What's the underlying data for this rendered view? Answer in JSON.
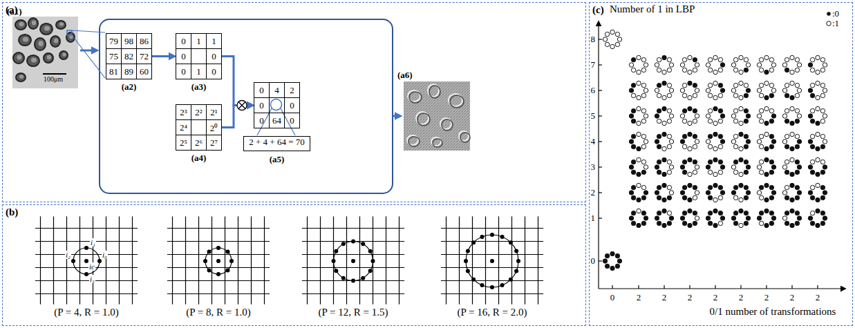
{
  "diagram": {
    "nodes": [
      {
        "text": [
          "(a)"
        ]
      },
      {
        "text": [
          "(a1)",
          "100μm"
        ],
        "in": 0
      },
      {
        "text": [
          "79",
          "98",
          "86",
          "75",
          "82",
          "72",
          "81",
          "89",
          "60",
          "(a2)"
        ],
        "in": 0
      },
      {
        "text": [
          "0",
          "1",
          "1",
          "0",
          "0",
          "0",
          "1",
          "0",
          "(a3)"
        ],
        "in": 0
      },
      {
        "text": [
          "2³",
          "2²",
          "2¹",
          "2⁴",
          "2⁰",
          "2⁵",
          "2⁶",
          "2⁷",
          "(a4)"
        ],
        "in": 0
      },
      {
        "text": [
          "0",
          "4",
          "2",
          "0",
          "0",
          "0",
          "64",
          "0",
          "(a5)"
        ],
        "in": 0
      },
      {
        "text": [
          "2 + 4 + 64 = 70"
        ],
        "in": 0
      },
      {
        "text": [
          "(a6)"
        ],
        "in": 0
      },
      {
        "text": [
          "(b)"
        ]
      },
      {
        "text": [
          "(c)"
        ]
      }
    ],
    "edges": [
      {
        "from": 2,
        "to": 3,
        "arrow": "to"
      },
      {
        "from": 3,
        "to": 5,
        "arrow": "to"
      },
      {
        "from": 4,
        "to": 5,
        "arrow": "to"
      }
    ],
    "labels": [
      "i₁",
      "i₂",
      "ic",
      "i₀",
      "i₃",
      "(P = 4, R = 1.0)",
      "(P = 8, R = 1.0)",
      "(P = 12, R = 1.5)",
      "(P = 16, R = 2.0)",
      "Number of 1 in LBP",
      "8",
      "7",
      "6",
      "5",
      "4",
      "3",
      "2",
      "1",
      "0",
      "0",
      "2",
      "2",
      "2",
      "2",
      "2",
      "2",
      "2",
      "2",
      "0/1 number of transformations"
    ],
    "legend": [
      {
        "text": ":0"
      },
      {
        "text": ":1"
      }
    ]
  }
}
